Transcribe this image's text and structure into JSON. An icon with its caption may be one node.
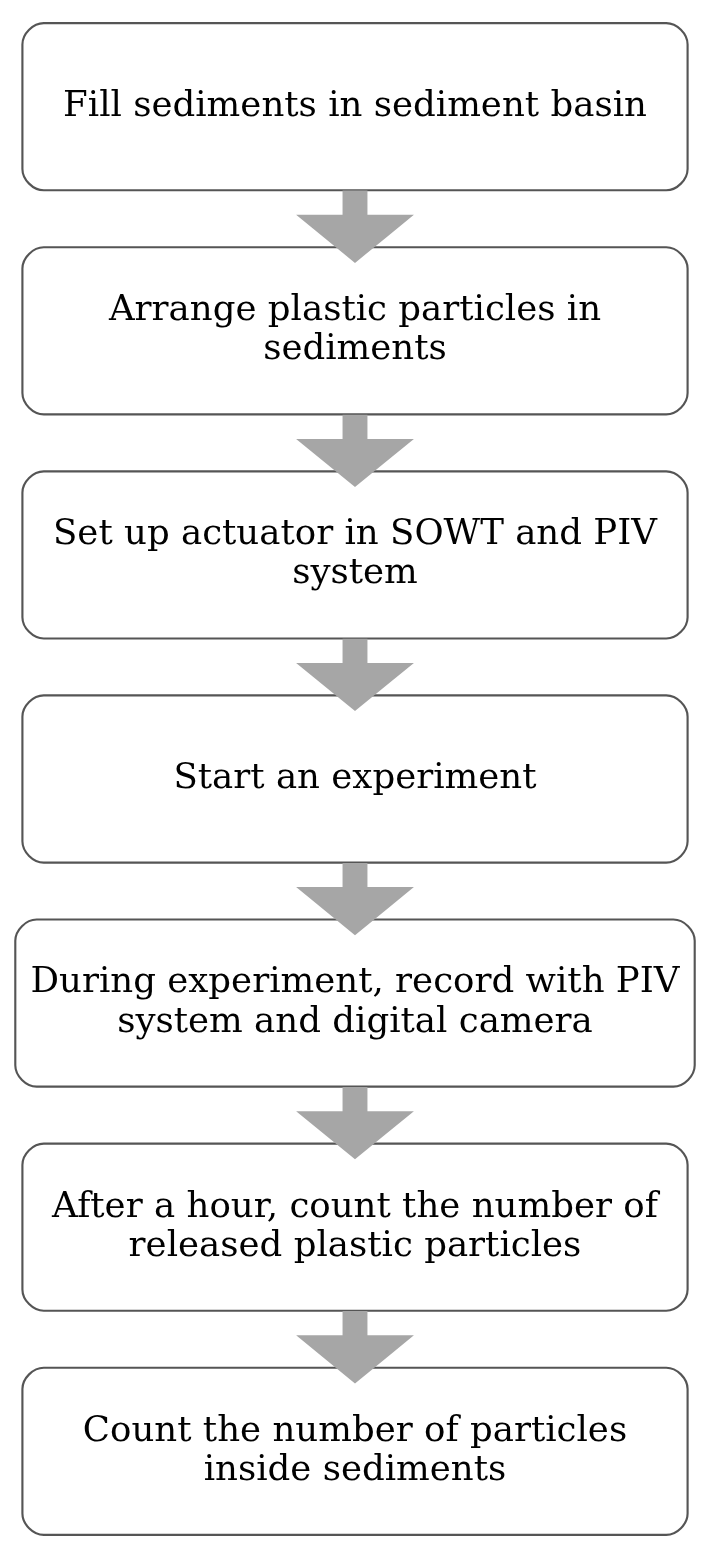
{
  "diagram": {
    "nodes": [
      {
        "text": [
          "Fill sediments in sediment basin"
        ]
      },
      {
        "text": [
          "Arrange plastic particles in sediments"
        ]
      },
      {
        "text": [
          "Set up actuator in SOWT and PIV system"
        ]
      },
      {
        "text": [
          "Start an experiment"
        ]
      },
      {
        "text": [
          "During experiment, record with PIV system and digital camera"
        ]
      },
      {
        "text": [
          "After a hour, count the number of released plastic particles"
        ]
      },
      {
        "text": [
          "Count the number of particles inside sediments"
        ]
      }
    ],
    "edges": [
      {
        "from": 0,
        "to": 1,
        "arrow": "to"
      },
      {
        "from": 1,
        "to": 2,
        "arrow": "to"
      },
      {
        "from": 2,
        "to": 3,
        "arrow": "to"
      },
      {
        "from": 3,
        "to": 4,
        "arrow": "to"
      },
      {
        "from": 4,
        "to": 5,
        "arrow": "to"
      },
      {
        "from": 5,
        "to": 6,
        "arrow": "to"
      }
    ]
  }
}
